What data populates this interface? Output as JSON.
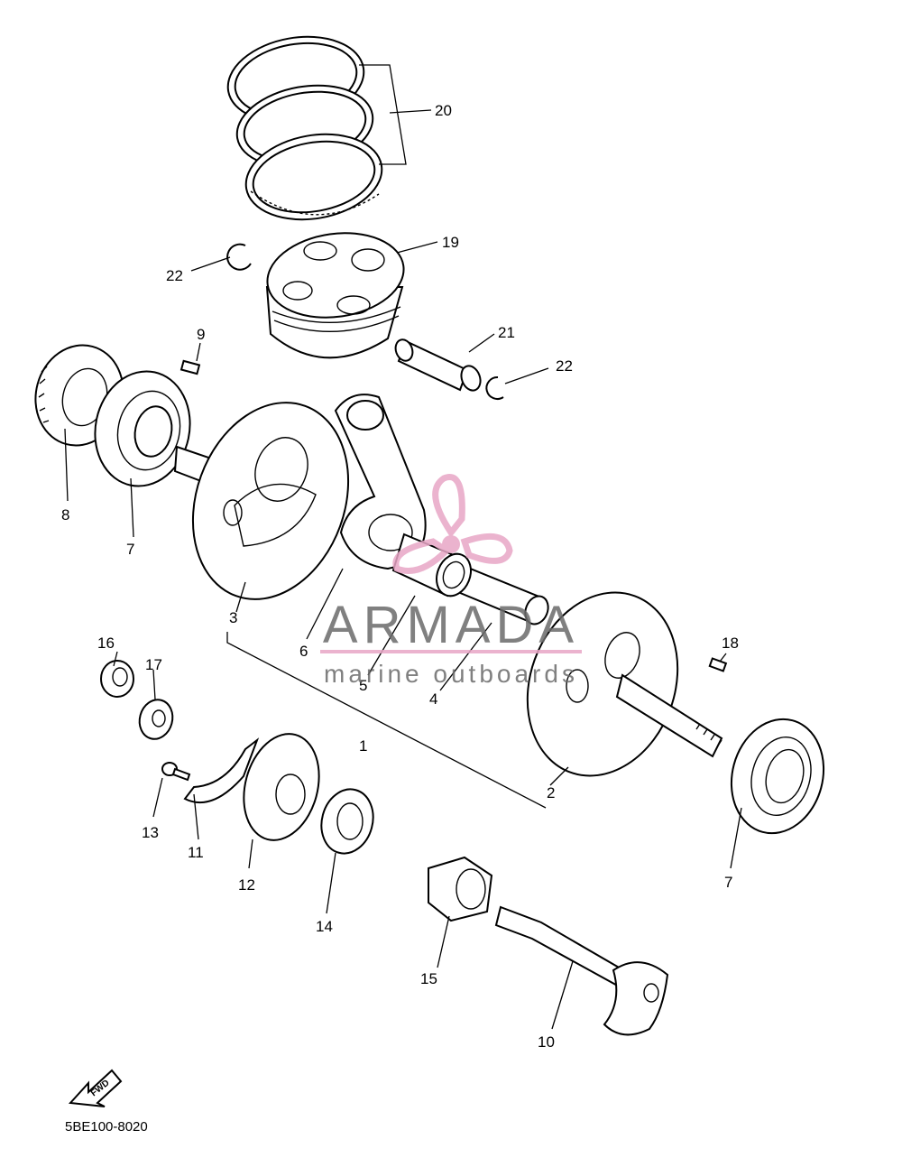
{
  "diagram": {
    "part_numbers": {
      "p1": "1",
      "p2": "2",
      "p3": "3",
      "p4": "4",
      "p5": "5",
      "p6": "6",
      "p7a": "7",
      "p7b": "7",
      "p8": "8",
      "p9": "9",
      "p10": "10",
      "p11": "11",
      "p12": "12",
      "p13": "13",
      "p14": "14",
      "p15": "15",
      "p16": "16",
      "p17": "17",
      "p18": "18",
      "p19": "19",
      "p20": "20",
      "p21": "21",
      "p22a": "22",
      "p22b": "22"
    },
    "fwd_label": "FWD",
    "drawing_code": "5BE100-8020"
  },
  "watermark": {
    "brand": "ARMADA",
    "tagline": "marine outboards",
    "brand_color": "#e8a6c6",
    "text_color": "#6b6b6b"
  }
}
